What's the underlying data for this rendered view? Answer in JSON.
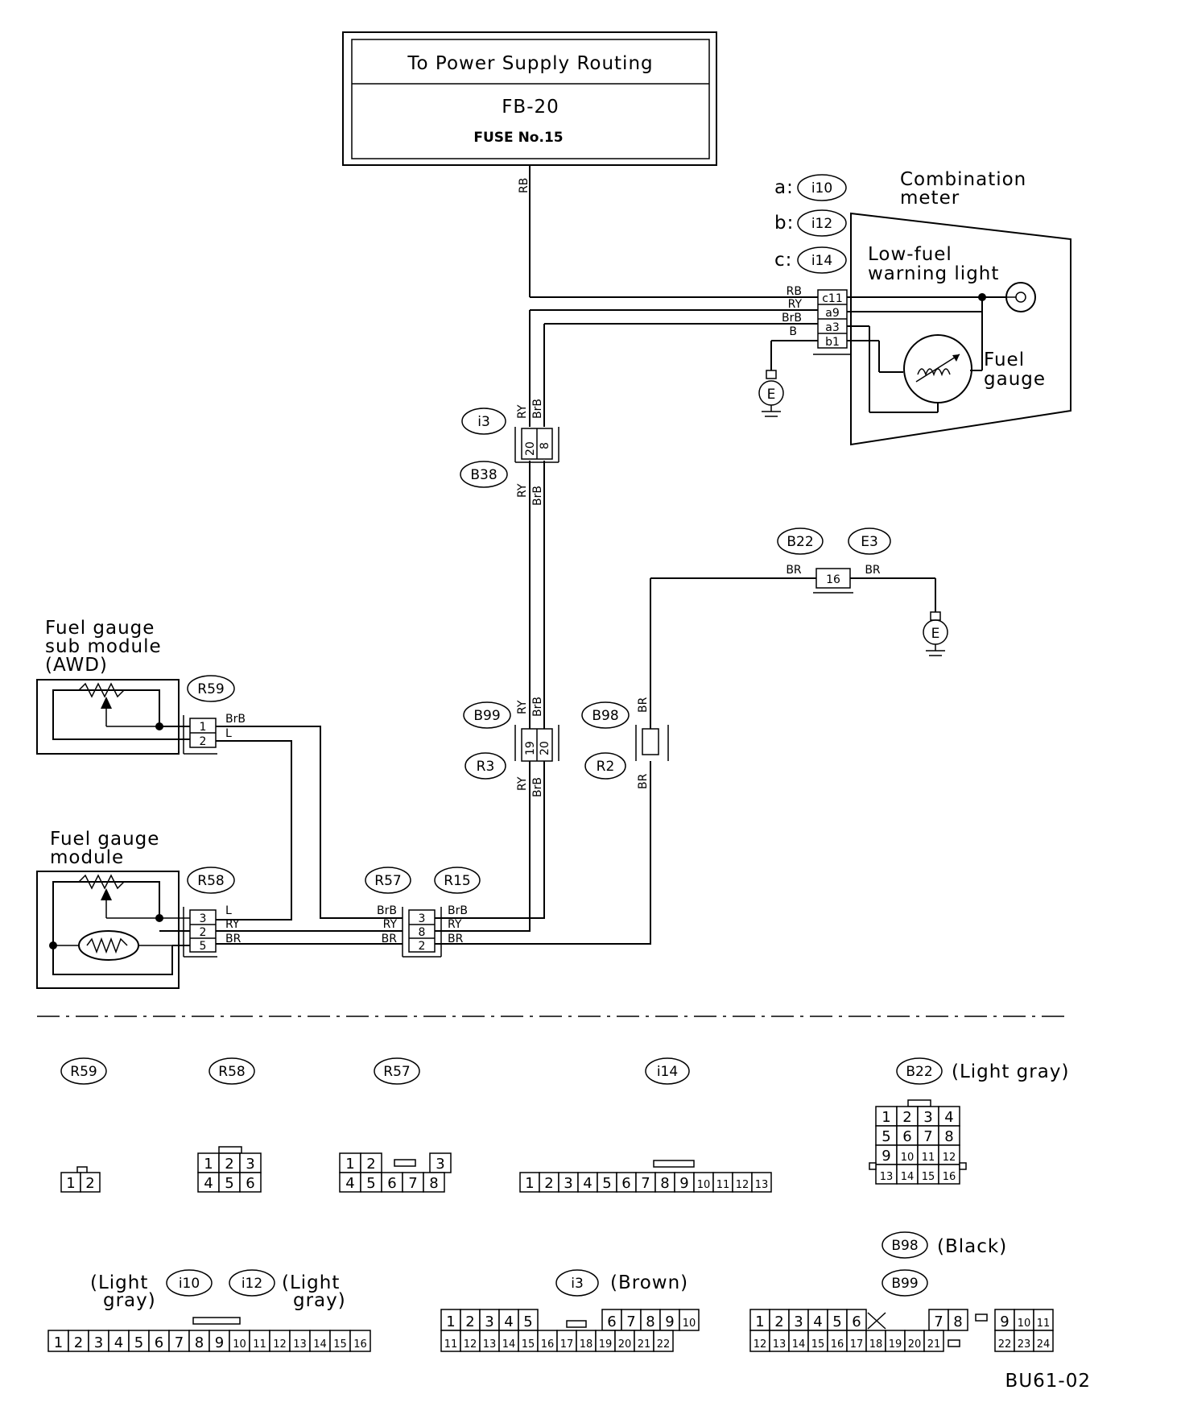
{
  "power_box": {
    "title": "To Power Supply Routing",
    "fb": "FB-20",
    "fuse": "FUSE No.15"
  },
  "meter": {
    "title": [
      "Combination",
      "meter"
    ],
    "conn_a": "a:",
    "conn_a_id": "i10",
    "conn_b": "b:",
    "conn_b_id": "i12",
    "conn_c": "c:",
    "conn_c_id": "i14",
    "warning_light": [
      "Low-fuel",
      "warning light"
    ],
    "gauge": [
      "Fuel",
      "gauge"
    ],
    "pins": [
      "c11",
      "a9",
      "a3",
      "b1"
    ],
    "wires": [
      "RB",
      "RY",
      "BrB",
      "B"
    ]
  },
  "ground_symbol": "E",
  "wire_colors": {
    "RB": "RB",
    "RY": "RY",
    "BrB": "BrB",
    "BR": "BR",
    "L": "L",
    "B": "B"
  },
  "connectors": {
    "i3": "i3",
    "B38": "B38",
    "B99": "B99",
    "R3": "R3",
    "B98": "B98",
    "R2": "R2",
    "B22": "B22",
    "E3": "E3",
    "R59": "R59",
    "R58": "R58",
    "R57": "R57",
    "R15": "R15",
    "i10": "i10",
    "i12": "i12",
    "i14": "i14"
  },
  "pin_numbers": {
    "i3": [
      "20",
      "8"
    ],
    "B99": [
      "19",
      "20"
    ],
    "B22": "16",
    "R59": [
      "1",
      "2"
    ],
    "R58": [
      "3",
      "2",
      "5"
    ],
    "R57": [
      "3",
      "8",
      "2"
    ]
  },
  "modules": {
    "sub": [
      "Fuel gauge",
      "sub module",
      "(AWD)"
    ],
    "main": [
      "Fuel gauge",
      "module"
    ]
  },
  "connector_views": {
    "B22_color": "(Light gray)",
    "B98_color": "(Black)",
    "i10_color": [
      "(Light",
      "gray)"
    ],
    "i12_color": [
      "(Light",
      "gray)"
    ],
    "i3_color": "(Brown)",
    "R59_pins": [
      "1",
      "2"
    ],
    "R58_pins": [
      [
        "1",
        "2",
        "3"
      ],
      [
        "4",
        "5",
        "6"
      ]
    ],
    "R57_pins": [
      [
        "1",
        "2"
      ],
      [
        "3"
      ],
      [
        "4",
        "5",
        "6",
        "7",
        "8"
      ]
    ],
    "i14_pins": [
      "1",
      "2",
      "3",
      "4",
      "5",
      "6",
      "7",
      "8",
      "9",
      "10",
      "11",
      "12",
      "13"
    ],
    "B22_pins": [
      [
        "1",
        "2",
        "3",
        "4"
      ],
      [
        "5",
        "6",
        "7",
        "8"
      ],
      [
        "9",
        "10",
        "11",
        "12"
      ],
      [
        "13",
        "14",
        "15",
        "16"
      ]
    ],
    "i10_pins": [
      "1",
      "2",
      "3",
      "4",
      "5",
      "6",
      "7",
      "8",
      "9",
      "10",
      "11",
      "12",
      "13",
      "14",
      "15",
      "16"
    ],
    "i3_pins": [
      [
        "1",
        "2",
        "3",
        "4",
        "5"
      ],
      [
        "6",
        "7",
        "8",
        "9",
        "10"
      ],
      [
        "11",
        "12",
        "13",
        "14",
        "15",
        "16",
        "17",
        "18",
        "19",
        "20",
        "21",
        "22"
      ]
    ],
    "B99_pins": [
      [
        "1",
        "2",
        "3",
        "4",
        "5",
        "6"
      ],
      [
        "7",
        "8"
      ],
      [
        "9",
        "10",
        "11"
      ],
      [
        "12",
        "13",
        "14",
        "15",
        "16",
        "17",
        "18",
        "19",
        "20",
        "21"
      ],
      [
        "22",
        "23",
        "24"
      ]
    ]
  },
  "figure_code": "BU61-02"
}
